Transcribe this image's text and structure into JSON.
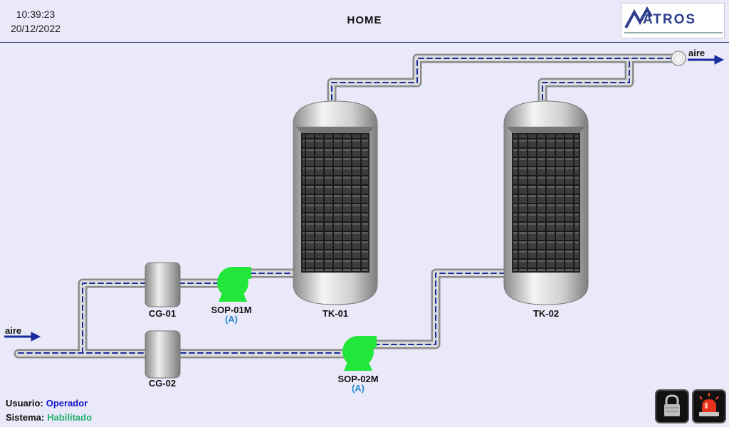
{
  "header": {
    "time": "10:39:23",
    "date": "20/12/2022",
    "title": "HOME",
    "logo_text": "ATROS"
  },
  "equipment": {
    "tanks": [
      {
        "label": "TK-01"
      },
      {
        "label": "TK-02"
      }
    ],
    "filters": [
      {
        "label": "CG-01"
      },
      {
        "label": "CG-02"
      }
    ],
    "pumps": [
      {
        "label": "SOP-01M",
        "mode": "(A)",
        "state_color": "#22e63a"
      },
      {
        "label": "SOP-02M",
        "mode": "(A)",
        "state_color": "#22e63a"
      }
    ]
  },
  "flows": {
    "inlet": "aire",
    "outlet": "aire"
  },
  "status": {
    "user_label": "Usuario:",
    "user_value": "Operador",
    "system_label": "Sistema:",
    "system_value": "Habilitado"
  },
  "buttons": {
    "lock": "lock-icon",
    "alarm": "alarm-siren-icon"
  },
  "colors": {
    "background": "#e9e9f9",
    "pipe_flow": "#1a2aa0",
    "pump": "#22e63a",
    "user_value": "#1111cc",
    "system_value": "#22b06a",
    "mode": "#2a8ad4"
  }
}
